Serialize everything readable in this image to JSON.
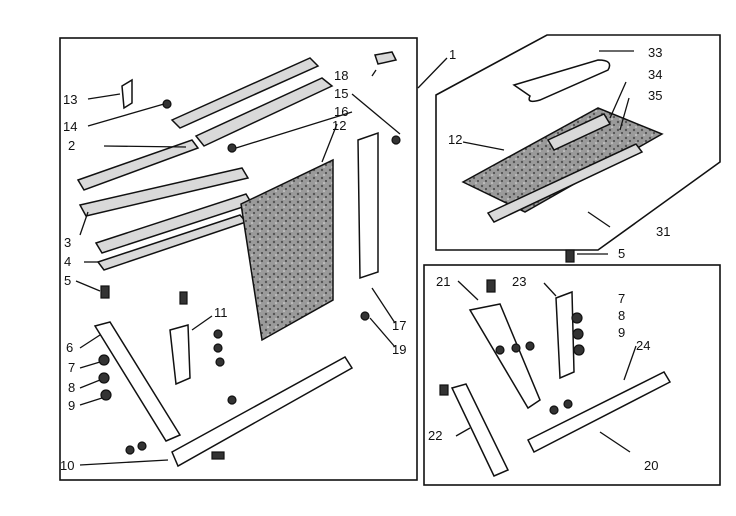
{
  "labels": {
    "p1": "1",
    "p2": "2",
    "p3": "3",
    "p4": "4",
    "p5": "5",
    "p6": "6",
    "p7": "7",
    "p8": "8",
    "p9": "9",
    "p10": "10",
    "p11": "11",
    "p12": "12",
    "p13": "13",
    "p14": "14",
    "p15": "15",
    "p16": "16",
    "p17": "17",
    "p18": "18",
    "p19": "19",
    "p20": "20",
    "p21": "21",
    "p22": "22",
    "p23": "23",
    "p24": "24",
    "p31": "31",
    "p33": "33",
    "p34": "34",
    "p35": "35"
  },
  "colors": {
    "ink": "#111111",
    "paper": "#ffffff",
    "shade": "#d9d9d9",
    "filter": "#8a8a8a"
  }
}
